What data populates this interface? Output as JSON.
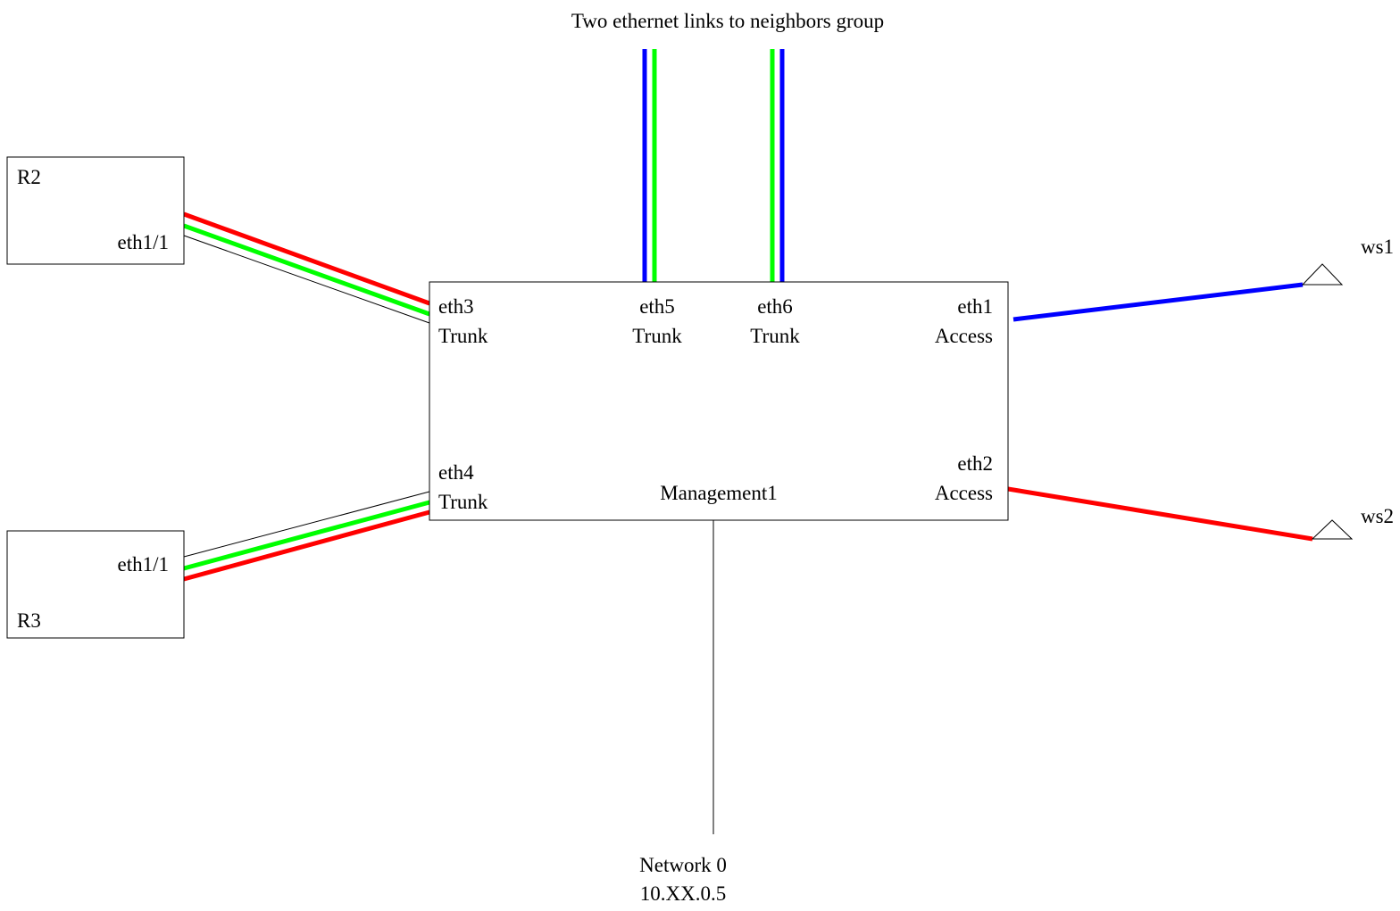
{
  "title": "Two ethernet links to neighbors group",
  "colors": {
    "blue": "#0000ff",
    "green": "#00ff00",
    "red": "#ff0000",
    "black": "#000000"
  },
  "switch": {
    "ports": [
      {
        "name": "eth3",
        "mode": "Trunk"
      },
      {
        "name": "eth5",
        "mode": "Trunk"
      },
      {
        "name": "eth6",
        "mode": "Trunk"
      },
      {
        "name": "eth1",
        "mode": "Access"
      },
      {
        "name": "eth4",
        "mode": "Trunk"
      },
      {
        "name": "eth2",
        "mode": "Access"
      }
    ],
    "management_label": "Management1"
  },
  "routers": [
    {
      "name": "R2",
      "port": "eth1/1"
    },
    {
      "name": "R3",
      "port": "eth1/1"
    }
  ],
  "workstations": [
    {
      "name": "ws1"
    },
    {
      "name": "ws2"
    }
  ],
  "network": {
    "name": "Network 0",
    "address": "10.XX.0.5"
  }
}
